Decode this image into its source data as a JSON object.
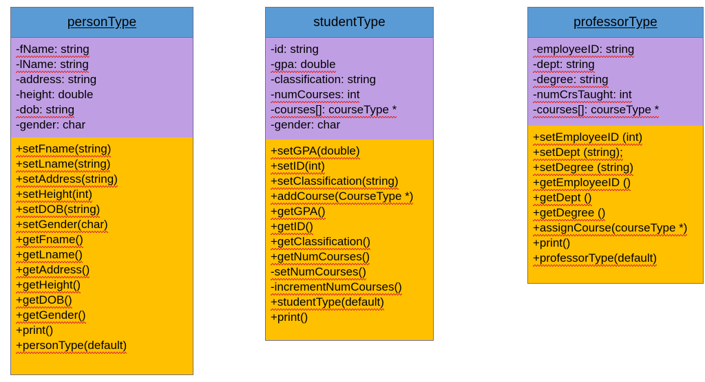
{
  "diagram": {
    "type": "uml-class-diagram",
    "background": "#ffffff",
    "colors": {
      "header": "#5b9bd5",
      "attributes": "#c09ee4",
      "methods": "#ffc000",
      "border": "#6f6f8a",
      "text": "#000000",
      "spellcheck_underline": "#e03030"
    }
  },
  "classes": [
    {
      "name": "personType",
      "title_underlined": true,
      "attributes": [
        "-fName: string",
        "-lName: string",
        "-address: string",
        "-height: double",
        "-dob: string",
        "-gender: char"
      ],
      "methods": [
        "+setFname(string)",
        "+setLname(string)",
        "+setAddress(string)",
        "+setHeight(int)",
        "+setDOB(string)",
        "+setGender(char)",
        "+getFname()",
        "+getLname()",
        "+getAddress()",
        "+getHeight()",
        "+getDOB()",
        "+getGender()",
        "+print()",
        "+personType(default)"
      ]
    },
    {
      "name": "studentType",
      "title_underlined": false,
      "attributes": [
        "-id: string",
        "-gpa: double",
        "-classification: string",
        "-numCourses: int",
        "-courses[]: courseType *",
        "-gender: char"
      ],
      "methods": [
        "+setGPA(double)",
        "+setID(int)",
        "+setClassification(string)",
        "+addCourse(CourseType *)",
        "+getGPA()",
        "+getID()",
        "+getClassification()",
        "+getNumCourses()",
        "-setNumCourses()",
        "-incrementNumCourses()",
        "+studentType(default)",
        "+print()"
      ]
    },
    {
      "name": "professorType",
      "title_underlined": true,
      "attributes": [
        "-employeeID: string",
        "-dept: string",
        "-degree: string",
        "-numCrsTaught: int",
        "-courses[]: courseType *"
      ],
      "methods": [
        "+setEmployeeID (int)",
        "+setDept (string);",
        "+setDegree (string)",
        "+getEmployeeID ()",
        "+getDept ()",
        "+getDegree ()",
        "+assignCourse(courseType *)",
        "+print()",
        "+professorType(default)"
      ]
    }
  ]
}
